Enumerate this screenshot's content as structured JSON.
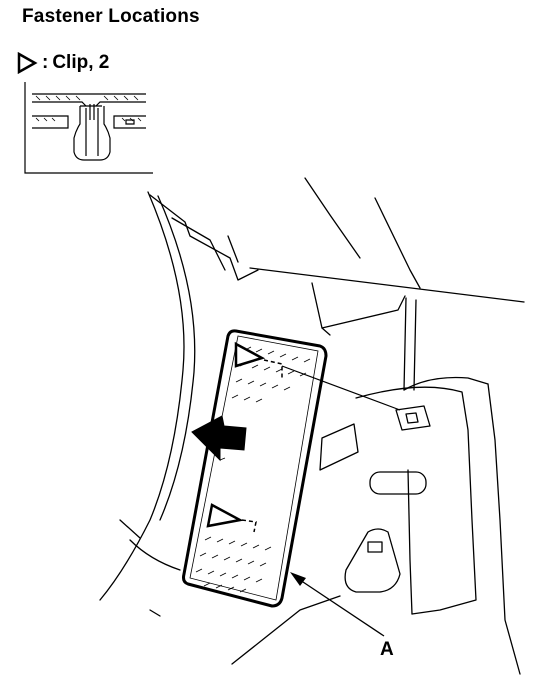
{
  "header": {
    "title": "Fastener Locations"
  },
  "legend": {
    "separator": ":",
    "label": "Clip, 2"
  },
  "callouts": {
    "a": "A"
  }
}
